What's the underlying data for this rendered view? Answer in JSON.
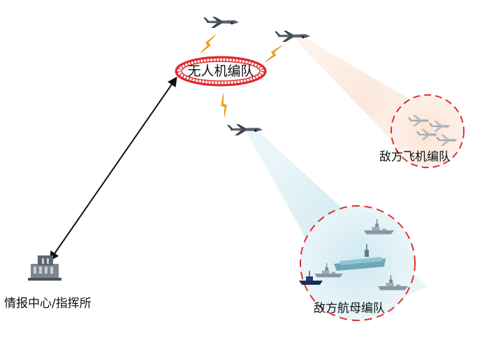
{
  "labels": {
    "uav_formation": "无人机编队",
    "command_center": "情报中心/指挥所",
    "enemy_aircraft": "敌方飞机编队",
    "enemy_carrier": "敌方航母编队"
  },
  "icons": {
    "uav": "uav-icon",
    "lightning": "lightning-icon",
    "building": "command-building-icon",
    "fighter_jet": "fighter-jet-icon",
    "warship": "warship-icon",
    "carrier": "aircraft-carrier-icon"
  },
  "colors": {
    "formation_ring": "#e0282c",
    "enemy_circle": "#e03030",
    "lightning": "#f2a900",
    "sensor_beam_air": "#f7d9c4",
    "sensor_beam_sea": "#bfe3ee",
    "link_arrow": "#111111"
  }
}
